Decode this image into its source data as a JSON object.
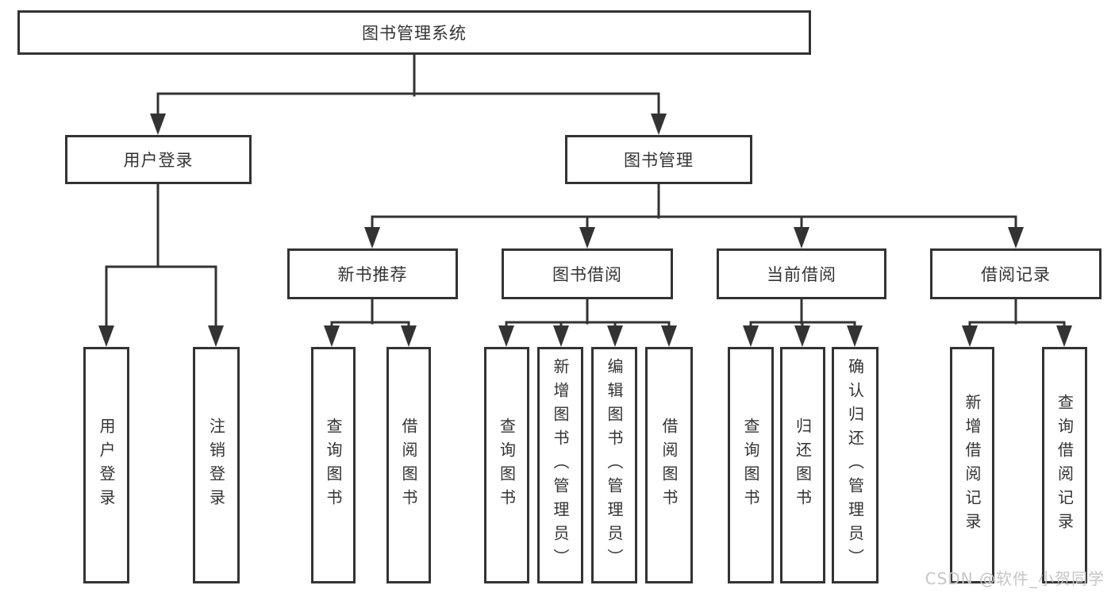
{
  "diagram": {
    "nodes": {
      "root": "图书管理系统",
      "user_login": "用户登录",
      "book_mgmt": "图书管理",
      "new_book_rec": "新书推荐",
      "book_borrow": "图书借阅",
      "current_borrow": "当前借阅",
      "borrow_record": "借阅记录",
      "leaf_user_login": "用户登录",
      "leaf_logout": "注销登录",
      "leaf_query_book_1": "查询图书",
      "leaf_borrow_book_1": "借阅图书",
      "leaf_query_book_2": "查询图书",
      "leaf_add_book_admin": "新增图书（管理员）",
      "leaf_edit_book_admin": "编辑图书（管理员）",
      "leaf_borrow_book_2": "借阅图书",
      "leaf_query_book_3": "查询图书",
      "leaf_return_book": "归还图书",
      "leaf_confirm_return_admin": "确认归还（管理员）",
      "leaf_add_borrow_record": "新增借阅记录",
      "leaf_query_borrow_record": "查询借阅记录"
    },
    "watermark": "CSDN @软件_小贺同学",
    "colors": {
      "line": "#333333",
      "text": "#333333",
      "background": "#ffffff",
      "watermark": "#c6c6c6"
    }
  }
}
